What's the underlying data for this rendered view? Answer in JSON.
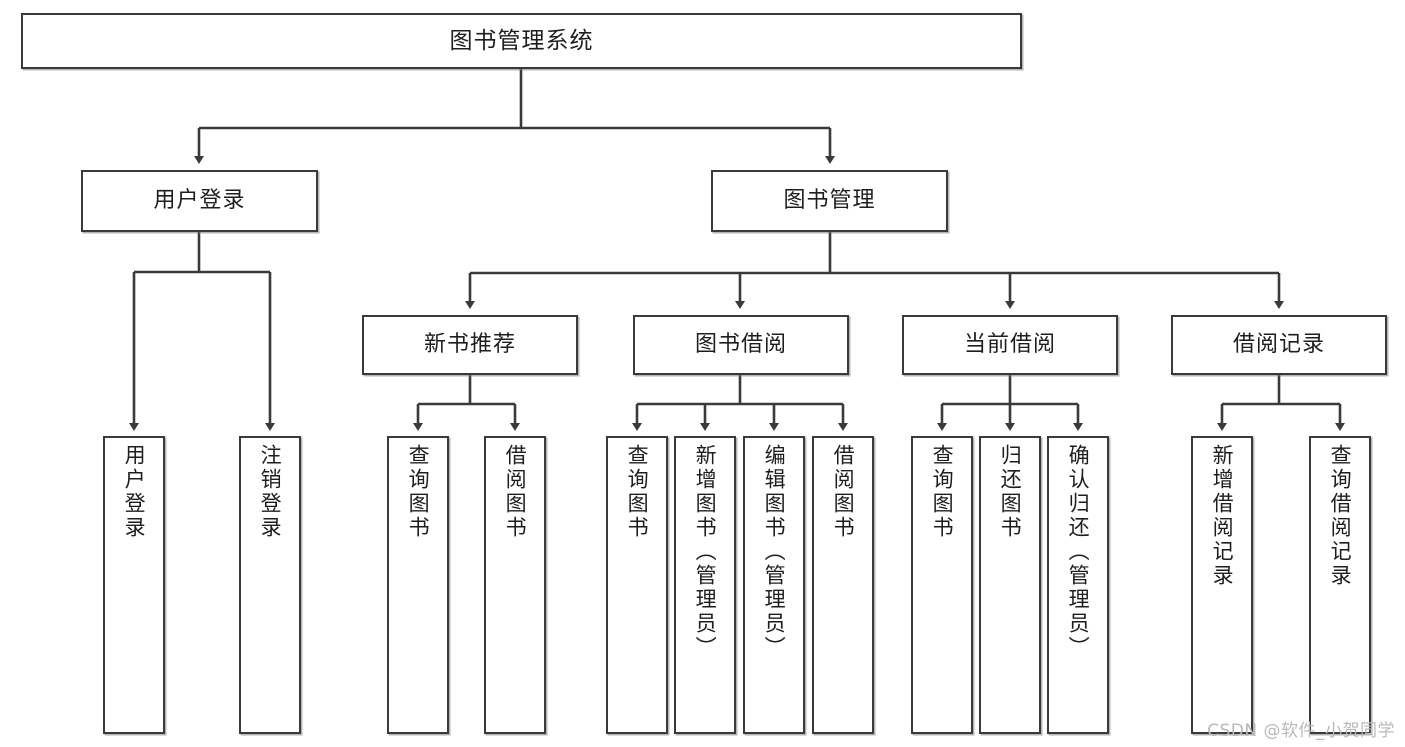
{
  "diagram": {
    "title": "图书管理系统",
    "type": "tree-hierarchy",
    "watermark": "CSDN @软件_小贺同学",
    "colors": {
      "box_border": "#3a3a3a",
      "box_fill": "#ffffff",
      "connector": "#3a3a3a",
      "text": "#1e1e1e",
      "watermark": "#b9b9b9",
      "background": "#ffffff"
    }
  },
  "nodes": {
    "root": {
      "label": "图书管理系统"
    },
    "level2": [
      {
        "label": "用户登录"
      },
      {
        "label": "图书管理"
      }
    ],
    "level3": [
      {
        "label": "新书推荐"
      },
      {
        "label": "图书借阅"
      },
      {
        "label": "当前借阅"
      },
      {
        "label": "借阅记录"
      }
    ],
    "leaves": {
      "user_login": [
        {
          "label": "用户登录"
        },
        {
          "label": "注销登录"
        }
      ],
      "new_book_recommend": [
        {
          "label": "查询图书"
        },
        {
          "label": "借阅图书"
        }
      ],
      "book_borrow": [
        {
          "label": "查询图书"
        },
        {
          "label": "新增图书（管理员）"
        },
        {
          "label": "编辑图书（管理员）"
        },
        {
          "label": "借阅图书"
        }
      ],
      "current_borrow": [
        {
          "label": "查询图书"
        },
        {
          "label": "归还图书"
        },
        {
          "label": "确认归还（管理员）"
        }
      ],
      "borrow_record": [
        {
          "label": "新增借阅记录"
        },
        {
          "label": "查询借阅记录"
        }
      ]
    }
  }
}
